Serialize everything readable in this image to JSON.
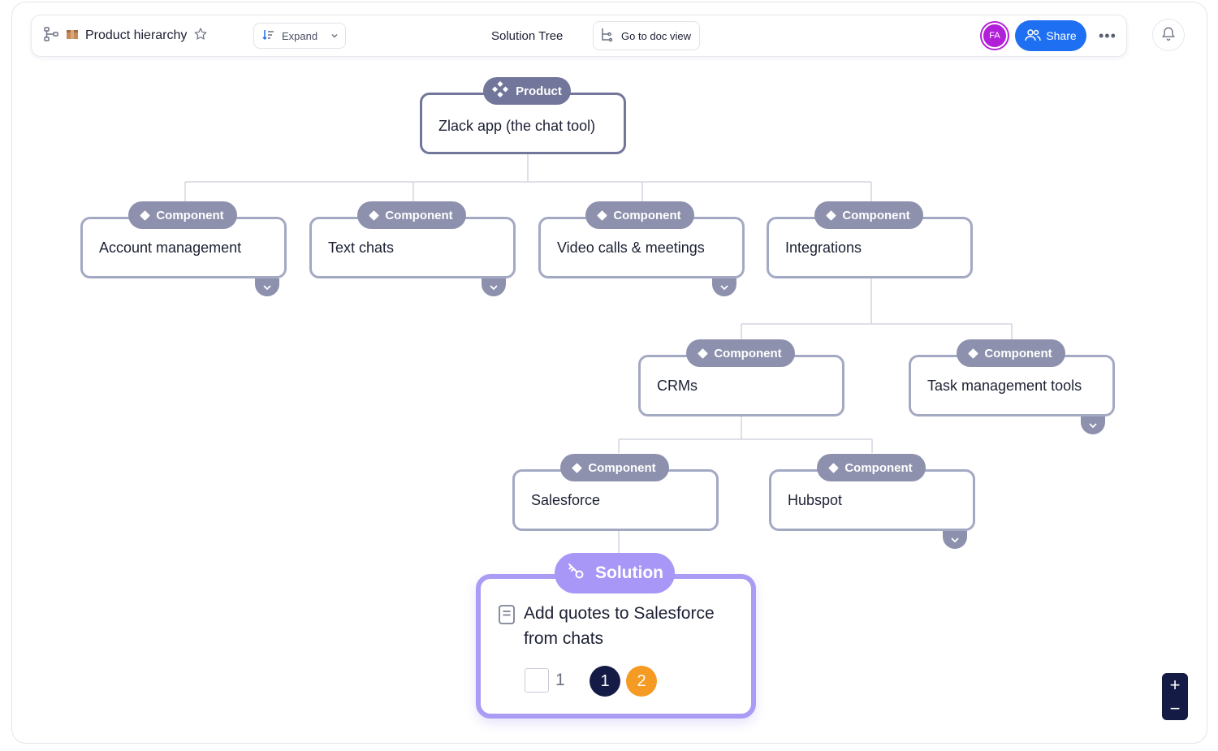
{
  "toolbar": {
    "doc_title": "Product hierarchy",
    "expand_label": "Expand",
    "view_title": "Solution Tree",
    "doc_view_label": "Go to doc view",
    "avatar_initials": "FA",
    "share_label": "Share",
    "more_label": "•••"
  },
  "tree": {
    "product": {
      "badge": "Product",
      "label": "Zlack app (the chat tool)"
    },
    "components": [
      {
        "badge": "Component",
        "label": "Account management",
        "collapsible": true
      },
      {
        "badge": "Component",
        "label": "Text chats",
        "collapsible": true
      },
      {
        "badge": "Component",
        "label": "Video calls & meetings",
        "collapsible": true
      },
      {
        "badge": "Component",
        "label": "Integrations",
        "collapsible": false
      },
      {
        "badge": "Component",
        "label": "CRMs",
        "collapsible": false
      },
      {
        "badge": "Component",
        "label": "Task management tools",
        "collapsible": true
      },
      {
        "badge": "Component",
        "label": "Salesforce",
        "collapsible": false
      },
      {
        "badge": "Component",
        "label": "Hubspot",
        "collapsible": true
      }
    ],
    "solution": {
      "badge": "Solution",
      "label": "Add quotes to Salesforce from chats",
      "checklist_count": "1",
      "markers": [
        "1",
        "2"
      ]
    }
  },
  "zoom": {
    "in_label": "+",
    "out_label": "−"
  },
  "colors": {
    "accent": "#1f6ff2",
    "node_border": "#a4a9c3",
    "badge": "#8d91ad",
    "product_border": "#72769a",
    "solution": "#a897f7",
    "marker_1": "#141c46",
    "marker_2": "#f59a23",
    "avatar": "#b21fd8"
  }
}
